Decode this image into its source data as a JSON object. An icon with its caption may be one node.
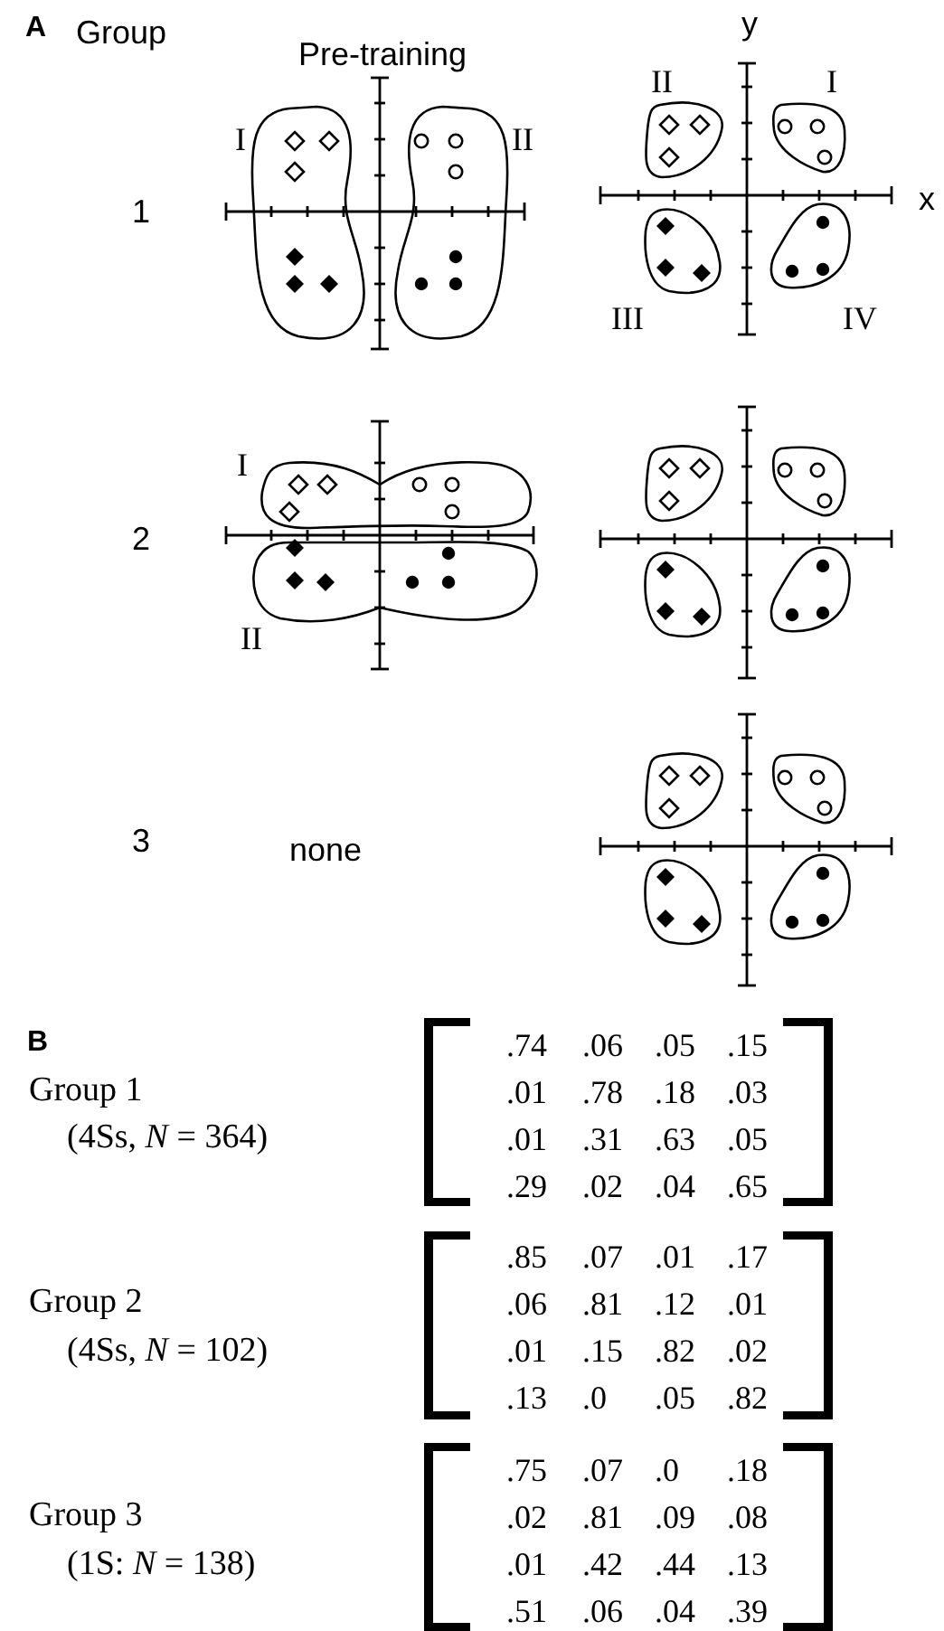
{
  "diagram": {
    "labels": [
      "A",
      "Group",
      "Pre-training",
      "y",
      "I",
      "II",
      "II",
      "I",
      "1",
      "x",
      "III",
      "IV",
      "I",
      "2",
      "II",
      "3",
      "none",
      "B",
      "Group 1",
      "(4Ss, *N* = 364)",
      ".74",
      ".06",
      ".05",
      ".15",
      ".01",
      ".78",
      ".18",
      ".03",
      ".01",
      ".31",
      ".63",
      ".05",
      ".29",
      ".02",
      ".04",
      ".65",
      "Group 2",
      "(4Ss, *N* = 102)",
      ".85",
      ".07",
      ".01",
      ".17",
      ".06",
      ".81",
      ".12",
      ".01",
      ".01",
      ".15",
      ".82",
      ".02",
      ".13",
      ".0",
      ".05",
      ".82",
      "Group 3",
      "(1S: *N* = 138)",
      ".75",
      ".07",
      ".0",
      ".18",
      ".02",
      ".81",
      ".09",
      ".08",
      ".01",
      ".42",
      ".44",
      ".13",
      ".51",
      ".06",
      ".04",
      ".39"
    ]
  }
}
